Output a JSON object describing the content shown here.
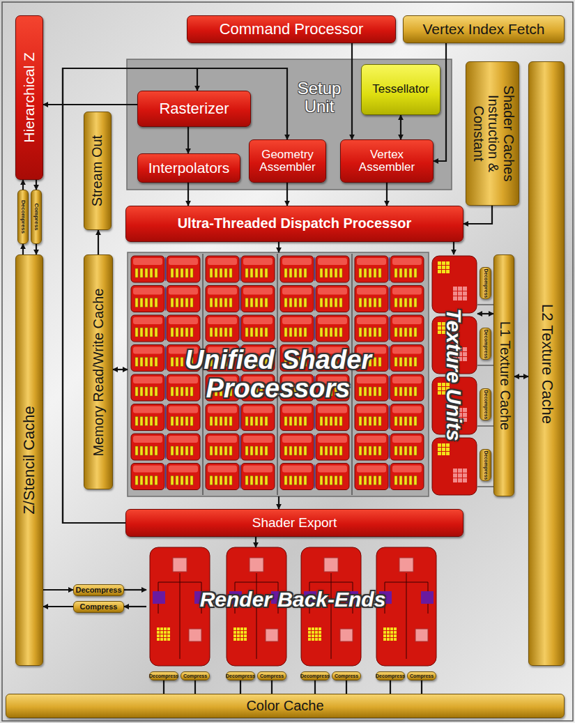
{
  "diagram": {
    "nodes": [
      {
        "text": [
          "Command Processor"
        ]
      },
      {
        "text": [
          "Vertex Index Fetch"
        ]
      },
      {
        "text": [
          "Hierarchical Z"
        ]
      },
      {
        "text": [
          "Decompress"
        ]
      },
      {
        "text": [
          "Compress"
        ]
      },
      {
        "text": [
          "Setup Unit"
        ]
      },
      {
        "text": [
          "Rasterizer"
        ],
        "in": 5
      },
      {
        "text": [
          "Tessellator"
        ],
        "in": 5
      },
      {
        "text": [
          "Interpolators"
        ],
        "in": 5
      },
      {
        "text": [
          "Geometry Assembler"
        ],
        "in": 5
      },
      {
        "text": [
          "Vertex Assembler"
        ],
        "in": 5
      },
      {
        "text": [
          "Stream Out"
        ]
      },
      {
        "text": [
          "Shader Caches Instruction & Constant"
        ]
      },
      {
        "text": [
          "L2 Texture Cache"
        ]
      },
      {
        "text": [
          "Ultra-Threaded Dispatch Processor"
        ]
      },
      {
        "text": [
          "Memory Read/Write Cache"
        ]
      },
      {
        "text": [
          "Unified Shader Processors"
        ]
      },
      {
        "text": [
          "Texture Units"
        ]
      },
      {
        "text": [
          "Decompress"
        ]
      },
      {
        "text": [
          "Decompress"
        ]
      },
      {
        "text": [
          "Decompress"
        ]
      },
      {
        "text": [
          "Decompress"
        ]
      },
      {
        "text": [
          "L1 Texture Cache"
        ]
      },
      {
        "text": [
          "Z/Stencil Cache"
        ]
      },
      {
        "text": [
          "Shader Export"
        ]
      },
      {
        "text": [
          "Decompress"
        ]
      },
      {
        "text": [
          "Compress"
        ]
      },
      {
        "text": [
          "Render Back-Ends"
        ]
      },
      {
        "text": [
          "Decompress"
        ]
      },
      {
        "text": [
          "Compress"
        ]
      },
      {
        "text": [
          "Decompress"
        ]
      },
      {
        "text": [
          "Compress"
        ]
      },
      {
        "text": [
          "Decompress"
        ]
      },
      {
        "text": [
          "Compress"
        ]
      },
      {
        "text": [
          "Decompress"
        ]
      },
      {
        "text": [
          "Compress"
        ]
      },
      {
        "text": [
          "Color Cache"
        ]
      }
    ],
    "edges": [
      {
        "from": 0,
        "to": 10,
        "arrow": "to"
      },
      {
        "from": 1,
        "to": 10,
        "arrow": "to"
      },
      {
        "from": 7,
        "to": 10,
        "arrow": "both"
      },
      {
        "from": 6,
        "to": 8,
        "arrow": "to"
      },
      {
        "from": 6,
        "to": 2,
        "arrow": "to"
      },
      {
        "from": 24,
        "to": 6,
        "arrow": "to"
      },
      {
        "from": 24,
        "to": 9,
        "arrow": "to"
      },
      {
        "from": 8,
        "to": 14,
        "arrow": "to"
      },
      {
        "from": 9,
        "to": 14,
        "arrow": "to"
      },
      {
        "from": 10,
        "to": 14,
        "arrow": "to"
      },
      {
        "from": 12,
        "to": 14,
        "arrow": "to"
      },
      {
        "from": 14,
        "to": 16,
        "arrow": "to"
      },
      {
        "from": 14,
        "to": 17,
        "arrow": "to"
      },
      {
        "from": 15,
        "to": 16,
        "arrow": "both"
      },
      {
        "from": 15,
        "to": 11,
        "arrow": "to"
      },
      {
        "from": 17,
        "to": 22,
        "arrow": "both"
      },
      {
        "from": 22,
        "to": 13,
        "arrow": "both"
      },
      {
        "from": 16,
        "to": 24,
        "arrow": "to"
      },
      {
        "from": 24,
        "to": 27,
        "arrow": "to"
      },
      {
        "from": 23,
        "to": 25,
        "arrow": "to"
      },
      {
        "from": 26,
        "to": 23,
        "arrow": "to"
      },
      {
        "from": 25,
        "to": 27,
        "arrow": "to"
      },
      {
        "from": 27,
        "to": 26,
        "arrow": "to"
      },
      {
        "from": 28,
        "to": 36,
        "arrow": "none"
      },
      {
        "from": 29,
        "to": 36,
        "arrow": "none"
      },
      {
        "from": 30,
        "to": 36,
        "arrow": "none"
      },
      {
        "from": 31,
        "to": 36,
        "arrow": "none"
      },
      {
        "from": 32,
        "to": 36,
        "arrow": "none"
      },
      {
        "from": 33,
        "to": 36,
        "arrow": "none"
      },
      {
        "from": 34,
        "to": 36,
        "arrow": "none"
      },
      {
        "from": 35,
        "to": 36,
        "arrow": "none"
      },
      {
        "from": 23,
        "to": 3,
        "arrow": "to"
      },
      {
        "from": 3,
        "to": 2,
        "arrow": "to"
      },
      {
        "from": 2,
        "to": 4,
        "arrow": "to"
      },
      {
        "from": 4,
        "to": 23,
        "arrow": "to"
      }
    ]
  }
}
